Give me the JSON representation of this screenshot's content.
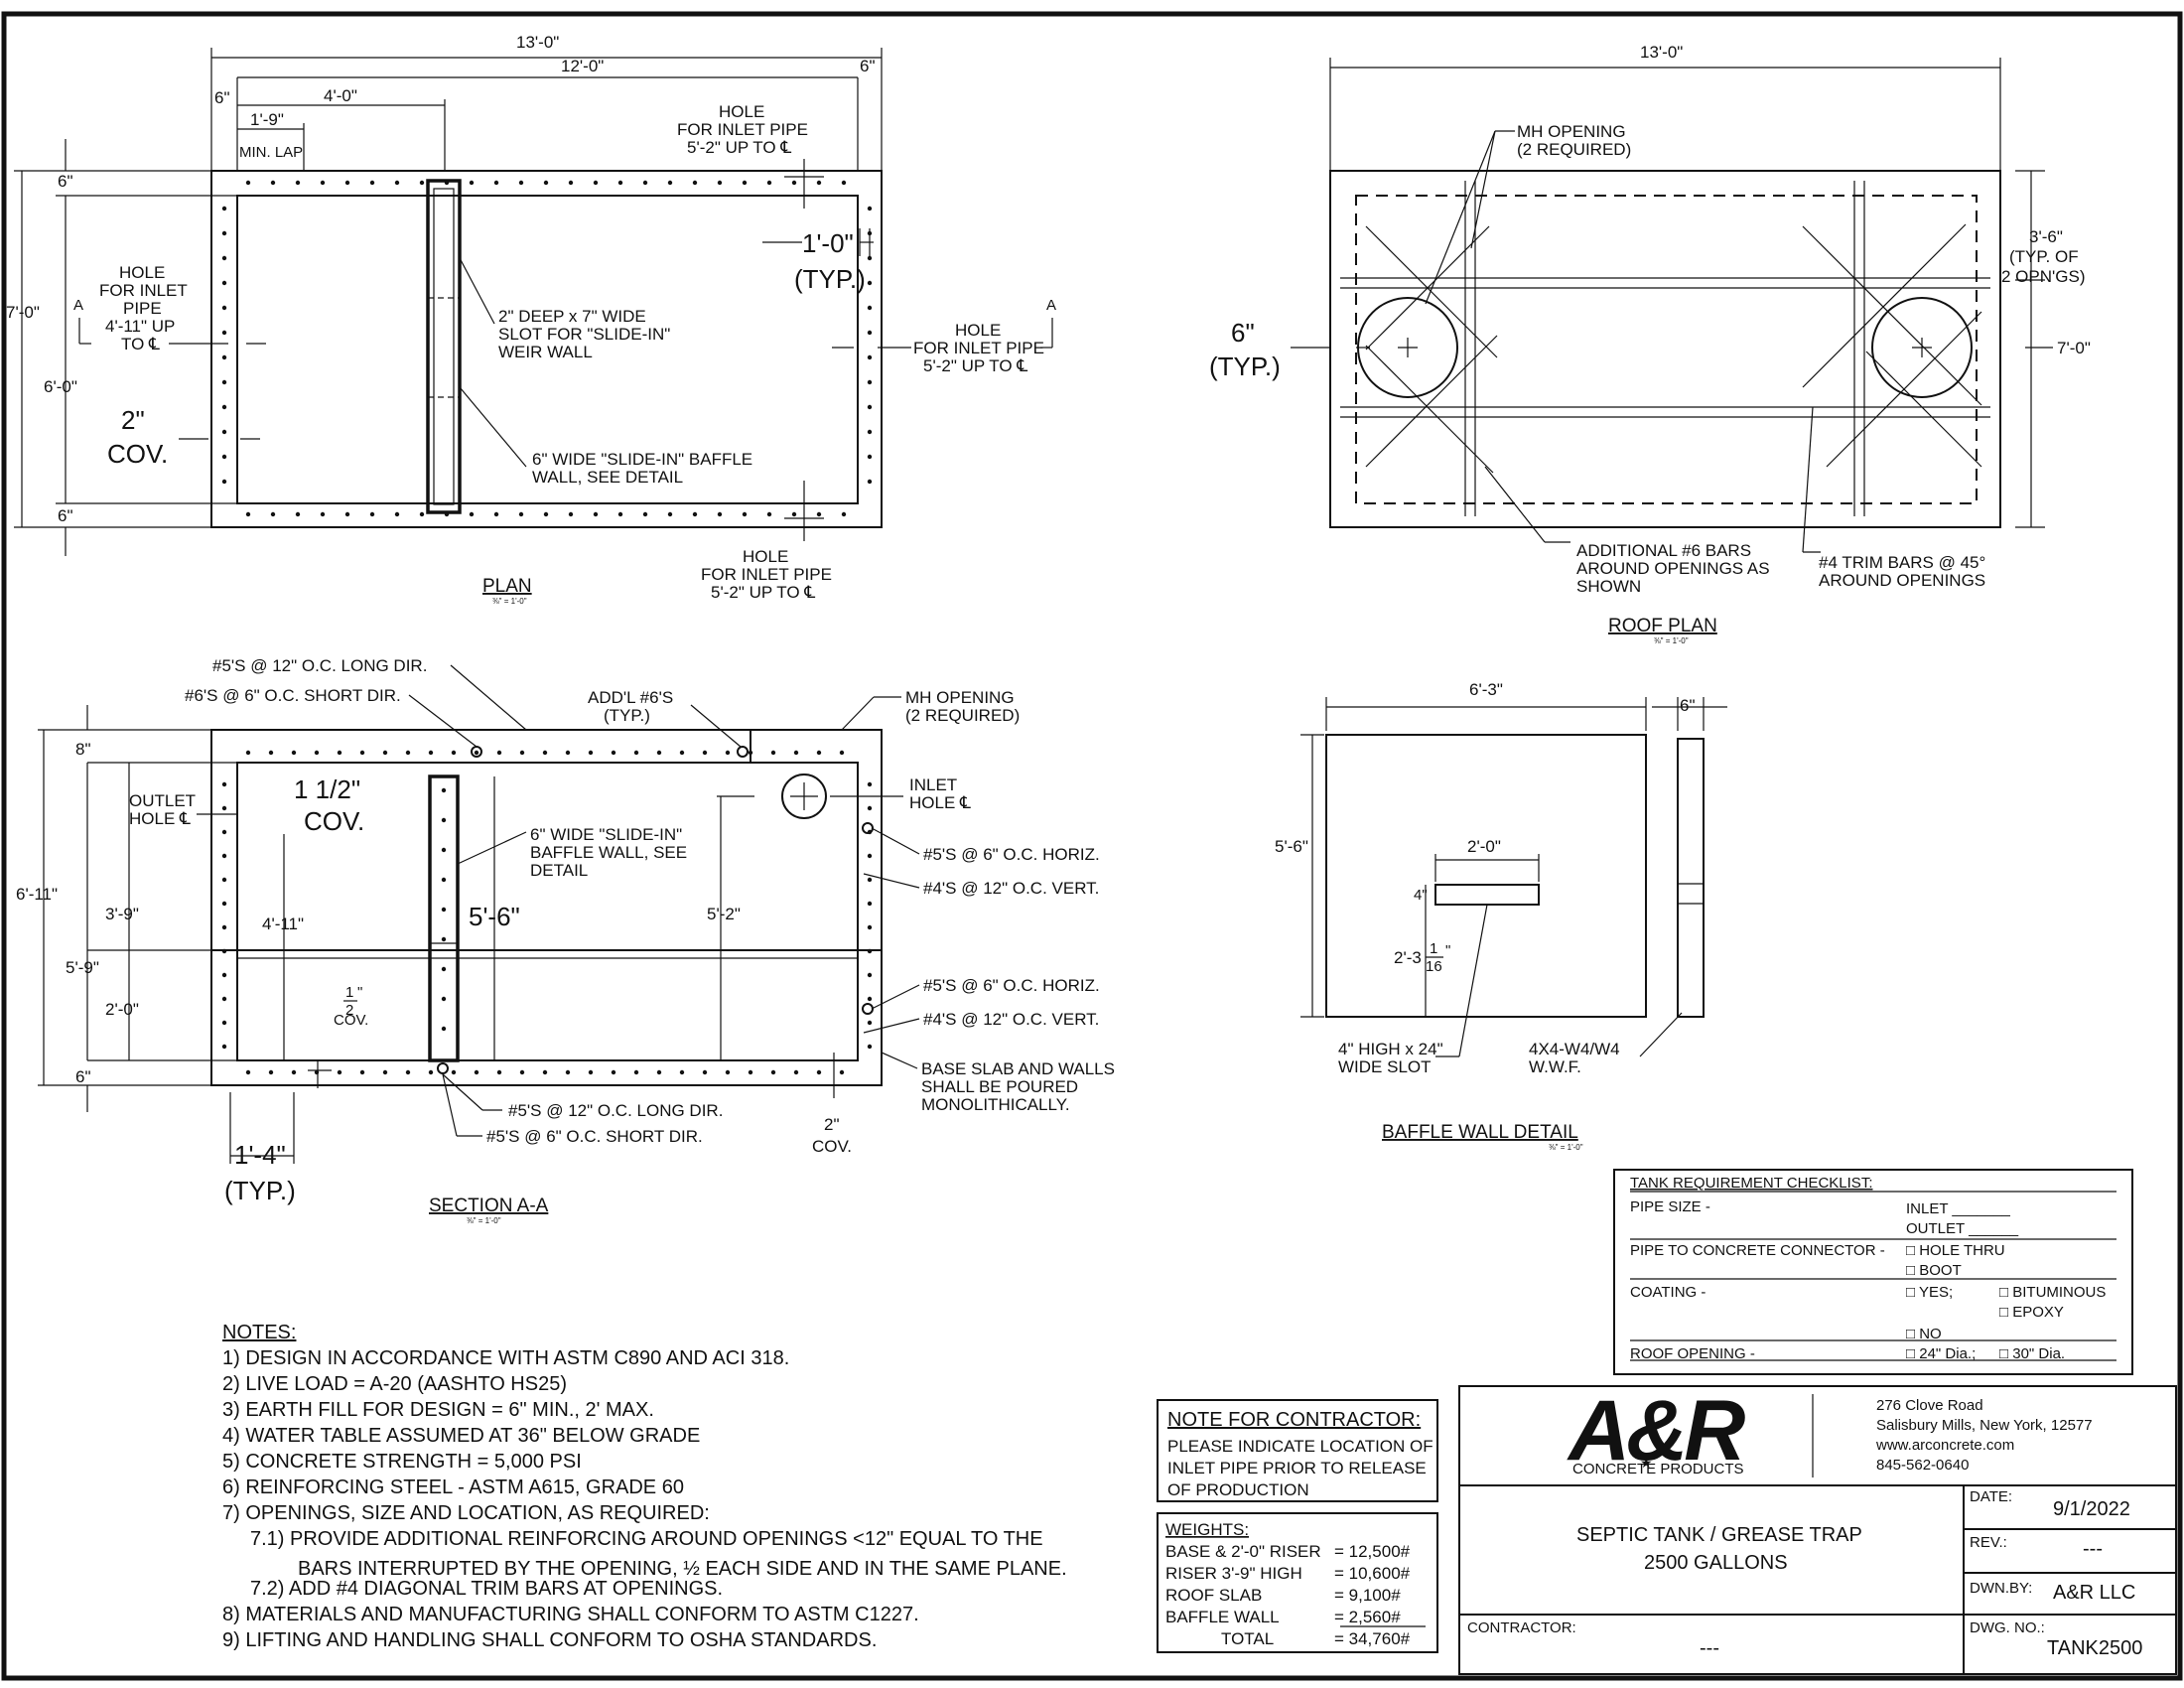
{
  "plan": {
    "dims": {
      "overall": "13'-0\"",
      "inner": "12'-0\"",
      "left_edge": "6\"",
      "right_edge": "6\"",
      "slot_offset": "4'-0\"",
      "lap": "1'-9\"",
      "min_lap": "MIN. LAP",
      "height_total": "7'-0\"",
      "height_inner": "6'-0\"",
      "top_wall": "6\"",
      "bot_wall": "6\"",
      "typ_space": "1'-0\"",
      "typ": "(TYP.)",
      "cov": "2\"",
      "cov_label": "COV."
    },
    "labels": {
      "hole_top": [
        "HOLE",
        "FOR INLET PIPE",
        "5'-2\" UP TO ℄"
      ],
      "hole_left": [
        "HOLE",
        "FOR INLET",
        "PIPE",
        "4'-11\" UP",
        "TO ℄"
      ],
      "hole_right": [
        "HOLE",
        "FOR INLET PIPE",
        "5'-2\" UP TO ℄"
      ],
      "hole_bottom": [
        "HOLE",
        "FOR INLET PIPE",
        "5'-2\" UP TO ℄"
      ],
      "slot": [
        "2\" DEEP x 7\" WIDE",
        "SLOT FOR \"SLIDE-IN\"",
        "WEIR WALL"
      ],
      "baffle": [
        "6\" WIDE \"SLIDE-IN\" BAFFLE",
        "WALL, SEE DETAIL"
      ],
      "section_mark": "A"
    },
    "title": "PLAN",
    "scale": "⅜\" = 1'-0\""
  },
  "roof": {
    "dims": {
      "overall": "13'-0\"",
      "opening_dim": "3'-6\"",
      "opening_typ": [
        "(TYP. OF",
        "2 OPN'GS)"
      ],
      "height": "7'-0\"",
      "edge": "6\"",
      "edge_typ": "(TYP.)"
    },
    "labels": {
      "mh": [
        "MH OPENING",
        "(2 REQUIRED)"
      ],
      "bars": [
        "ADDITIONAL #6 BARS",
        "AROUND OPENINGS AS",
        "SHOWN"
      ],
      "trim": [
        "#4 TRIM BARS @ 45°",
        "AROUND OPENINGS"
      ]
    },
    "title": "ROOF PLAN",
    "scale": "⅜\" = 1'-0\""
  },
  "section": {
    "dims": {
      "top": "8\"",
      "height_total": "6'-11\"",
      "h_59": "5'-9\"",
      "h_39": "3'-9\"",
      "h_20": "2'-0\"",
      "bottom": "6\"",
      "h_411": "4'-11\"",
      "h_56": "5'-6\"",
      "h_52": "5'-2\"",
      "typ_14": "1'-4\"",
      "typ": "(TYP.)",
      "cov_top": "1 1/2\"",
      "cov_label": "COV.",
      "cov_small_a": "1",
      "cov_small_b": "2",
      "cov_small_in": "\"",
      "cov_bot": "2\""
    },
    "labels": {
      "r1": "#5'S @ 12\" O.C. LONG DIR.",
      "r2": "#6'S @ 6\" O.C. SHORT DIR.",
      "addl": [
        "ADD'L #6'S",
        "(TYP.)"
      ],
      "mh": [
        "MH OPENING",
        "(2 REQUIRED)"
      ],
      "outlet": [
        "OUTLET",
        "HOLE ℄"
      ],
      "inlet": [
        "INLET",
        "HOLE ℄"
      ],
      "baffle": [
        "6\" WIDE \"SLIDE-IN\"",
        "BAFFLE WALL, SEE",
        "DETAIL"
      ],
      "h1": "#5'S @ 6\" O.C. HORIZ.",
      "v1": "#4'S @ 12\" O.C. VERT.",
      "h2": "#5'S @ 6\" O.C. HORIZ.",
      "v2": "#4'S @ 12\" O.C. VERT.",
      "base": [
        "BASE SLAB AND WALLS",
        "SHALL BE POURED",
        "MONOLITHICALLY."
      ],
      "b1": "#5'S @ 12\" O.C. LONG DIR.",
      "b2": "#5'S @ 6\" O.C. SHORT DIR."
    },
    "title": "SECTION A-A",
    "scale": "⅜\" = 1'-0\""
  },
  "baffle": {
    "dims": {
      "width": "6'-3\"",
      "thick": "6\"",
      "height": "5'-6\"",
      "slot_w": "2'-0\"",
      "slot_h": "4\"",
      "slot_off": "2'-3",
      "frac_n": "1",
      "frac_d": "16",
      "frac_in": "\""
    },
    "labels": {
      "slot": [
        "4\" HIGH x 24\"",
        "WIDE SLOT"
      ],
      "wwf": [
        "4X4-W4/W4",
        "W.W.F."
      ]
    },
    "title": "BAFFLE WALL DETAIL",
    "scale": "⅜\" = 1'-0\""
  },
  "notes": {
    "heading": "NOTES:",
    "items": [
      "1) DESIGN IN ACCORDANCE WITH ASTM C890 AND ACI 318.",
      "2) LIVE LOAD = A-20 (AASHTO HS25)",
      "3) EARTH FILL FOR DESIGN = 6\" MIN., 2' MAX.",
      "4) WATER TABLE ASSUMED AT 36\" BELOW GRADE",
      "5) CONCRETE STRENGTH = 5,000 PSI",
      "6) REINFORCING STEEL - ASTM A615, GRADE 60",
      "7) OPENINGS, SIZE AND LOCATION, AS REQUIRED:",
      "7.1) PROVIDE ADDITIONAL REINFORCING AROUND OPENINGS <12\" EQUAL TO THE",
      "BARS INTERRUPTED BY THE OPENING, ½  EACH SIDE AND IN THE SAME PLANE.",
      "7.2) ADD #4 DIAGONAL TRIM BARS AT OPENINGS.",
      "8) MATERIALS AND MANUFACTURING SHALL CONFORM TO ASTM C1227.",
      "9) LIFTING AND HANDLING SHALL CONFORM TO OSHA STANDARDS."
    ]
  },
  "contractor_note": {
    "heading": "NOTE FOR CONTRACTOR:",
    "lines": [
      "PLEASE INDICATE LOCATION OF",
      "INLET PIPE PRIOR TO RELEASE",
      "OF PRODUCTION"
    ]
  },
  "weights": {
    "heading": "WEIGHTS:",
    "rows": [
      {
        "label": "BASE & 2'-0\" RISER",
        "value": "= 12,500#"
      },
      {
        "label": "RISER 3'-9\" HIGH",
        "value": "= 10,600#"
      },
      {
        "label": "ROOF SLAB",
        "value": "=   9,100#"
      },
      {
        "label": "BAFFLE WALL",
        "value": "=   2,560#"
      },
      {
        "label": "TOTAL",
        "value": "= 34,760#"
      }
    ]
  },
  "checklist": {
    "heading": "TANK REQUIREMENT CHECKLIST:",
    "pipe_size": "PIPE SIZE -",
    "inlet": "INLET _______",
    "outlet": "OUTLET ______",
    "connector": "PIPE TO CONCRETE CONNECTOR -",
    "hole_thru": "□ HOLE THRU",
    "boot": "□ BOOT",
    "coating": "COATING -",
    "yes": "□ YES;",
    "bituminous": "□ BITUMINOUS",
    "epoxy": "□ EPOXY",
    "no": "□ NO",
    "roof_opening": "ROOF OPENING -",
    "dia24": "□ 24\" Dia.;",
    "dia30": "□ 30\" Dia."
  },
  "title_block": {
    "logo": "A&R",
    "logo_sub": "CONCRETE PRODUCTS",
    "address": [
      "276 Clove Road",
      "Salisbury Mills, New York, 12577",
      "www.arconcrete.com",
      "845-562-0640"
    ],
    "drawing_title": [
      "SEPTIC TANK / GREASE TRAP",
      "2500 GALLONS"
    ],
    "contractor_label": "CONTRACTOR:",
    "contractor_value": "---",
    "date_label": "DATE:",
    "date_value": "9/1/2022",
    "rev_label": "REV.:",
    "rev_value": "---",
    "dwn_label": "DWN.BY:",
    "dwn_value": "A&R LLC",
    "dwg_label": "DWG. NO.:",
    "dwg_value": "TANK2500"
  }
}
